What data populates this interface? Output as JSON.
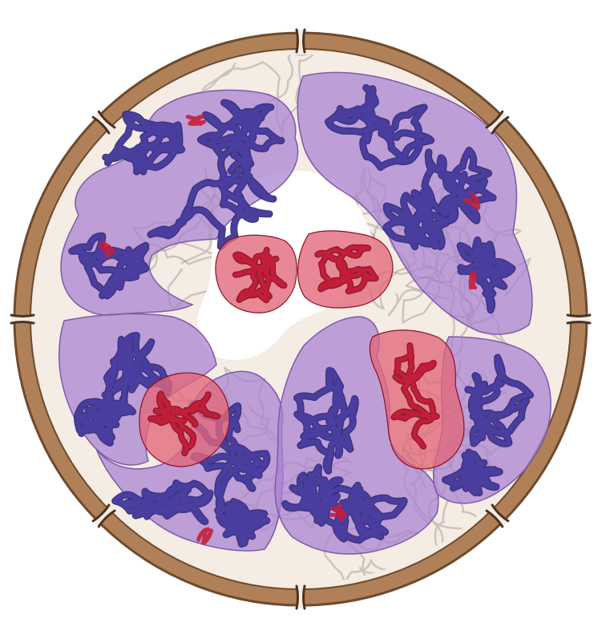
{
  "diagram": {
    "kind": "nucleus-cross-section",
    "labels": [],
    "colors": {
      "background": "#ffffff",
      "nucleoplasm": "#f5ece4",
      "envelope_fill": "#b08158",
      "envelope_stroke": "#6e4a2c",
      "pore": "#4a3320",
      "interchromatin": "#ffffff",
      "background_fiber": "#9a948e",
      "territory_fill": "#a87fd0",
      "territory_stroke": "#7d5aa8",
      "fiber_blue": "#4a3fa0",
      "fiber_blue_dark": "#2f2877",
      "active_fill": "#e2677a",
      "active_fiber": "#c41e3a",
      "active_fiber_dark": "#8a1024"
    },
    "components": [
      {
        "name": "nuclear-envelope",
        "icon": "ring"
      },
      {
        "name": "nuclear-pore",
        "count": 8
      },
      {
        "name": "chromosome-territory",
        "count": 6
      },
      {
        "name": "active-chromatin-domain",
        "count": 4
      },
      {
        "name": "interchromatin-space",
        "count": 1
      }
    ]
  }
}
